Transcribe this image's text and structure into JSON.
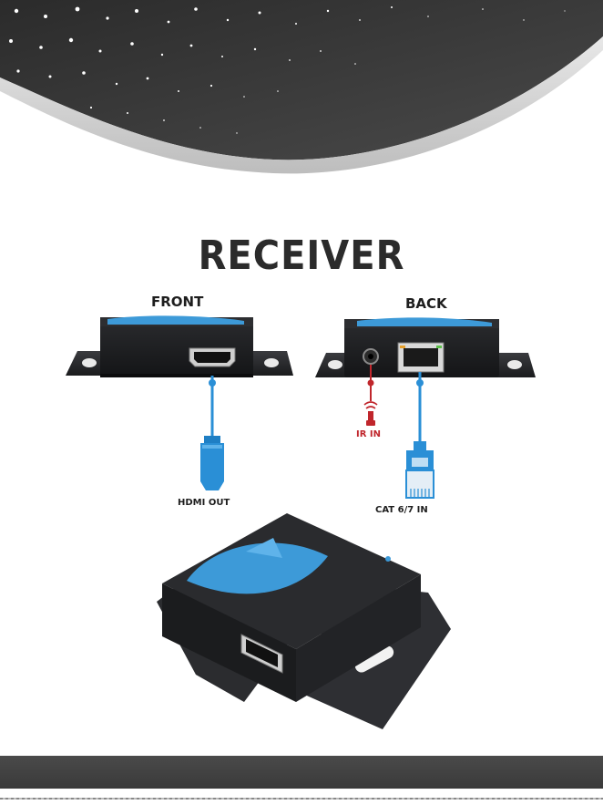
{
  "page": {
    "title": "RECEIVER",
    "front_label": "FRONT",
    "back_label": "BACK",
    "hdmi_out_label": "HDMI OUT",
    "ir_in_label": "IR IN",
    "cat_in_label": "CAT 6/7 IN"
  },
  "colors": {
    "header_dark": "#3a3a3a",
    "cable_blue": "#2a8fd6",
    "device_black": "#1e1f22",
    "device_blue": "#3d9ad8",
    "ir_red": "#c0262c",
    "footer": "#434343"
  },
  "icons": [
    "hdmi-connector-icon",
    "rj45-connector-icon",
    "ir-receiver-icon"
  ]
}
